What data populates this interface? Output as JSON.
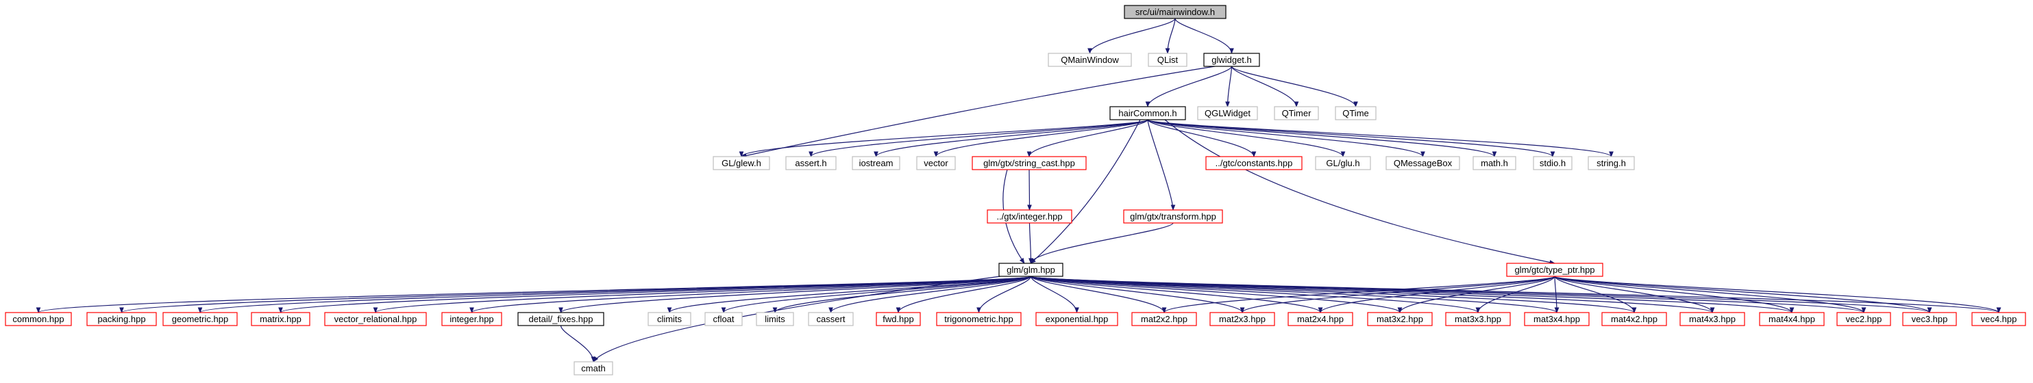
{
  "colors": {
    "edge": "#191970",
    "normal_border": "#000000",
    "missing_border": "#bfbfbf",
    "undocumented_border": "#ff0000",
    "root_fill": "#bfbfbf"
  },
  "nodes": [
    {
      "id": "root",
      "label": "src/ui/mainwindow.h",
      "style": "root"
    },
    {
      "id": "qmainwindow",
      "label": "QMainWindow",
      "style": "missing"
    },
    {
      "id": "qlist",
      "label": "QList",
      "style": "missing"
    },
    {
      "id": "glwidget",
      "label": "glwidget.h",
      "style": "normal"
    },
    {
      "id": "haircommon",
      "label": "hairCommon.h",
      "style": "normal"
    },
    {
      "id": "qglwidget",
      "label": "QGLWidget",
      "style": "missing"
    },
    {
      "id": "qtimer",
      "label": "QTimer",
      "style": "missing"
    },
    {
      "id": "qtime",
      "label": "QTime",
      "style": "missing"
    },
    {
      "id": "glew",
      "label": "GL/glew.h",
      "style": "missing"
    },
    {
      "id": "assert",
      "label": "assert.h",
      "style": "missing"
    },
    {
      "id": "iostream",
      "label": "iostream",
      "style": "missing"
    },
    {
      "id": "vector",
      "label": "vector",
      "style": "missing"
    },
    {
      "id": "stringcast",
      "label": "glm/gtx/string_cast.hpp",
      "style": "undocumented"
    },
    {
      "id": "gtcconst",
      "label": "../gtc/constants.hpp",
      "style": "undocumented"
    },
    {
      "id": "glu",
      "label": "GL/glu.h",
      "style": "missing"
    },
    {
      "id": "qmessagebox",
      "label": "QMessageBox",
      "style": "missing"
    },
    {
      "id": "math",
      "label": "math.h",
      "style": "missing"
    },
    {
      "id": "stdio",
      "label": "stdio.h",
      "style": "missing"
    },
    {
      "id": "string",
      "label": "string.h",
      "style": "missing"
    },
    {
      "id": "gtxint",
      "label": "../gtx/integer.hpp",
      "style": "undocumented"
    },
    {
      "id": "gtxtransform",
      "label": "glm/gtx/transform.hpp",
      "style": "undocumented"
    },
    {
      "id": "glm",
      "label": "glm/glm.hpp",
      "style": "normal"
    },
    {
      "id": "typeptr",
      "label": "glm/gtc/type_ptr.hpp",
      "style": "undocumented"
    },
    {
      "id": "common",
      "label": "common.hpp",
      "style": "undocumented"
    },
    {
      "id": "packing",
      "label": "packing.hpp",
      "style": "undocumented"
    },
    {
      "id": "geometric",
      "label": "geometric.hpp",
      "style": "undocumented"
    },
    {
      "id": "matrix",
      "label": "matrix.hpp",
      "style": "undocumented"
    },
    {
      "id": "vecrel",
      "label": "vector_relational.hpp",
      "style": "undocumented"
    },
    {
      "id": "integer",
      "label": "integer.hpp",
      "style": "undocumented"
    },
    {
      "id": "fixes",
      "label": "detail/_fixes.hpp",
      "style": "normal"
    },
    {
      "id": "climits",
      "label": "climits",
      "style": "missing"
    },
    {
      "id": "cfloat",
      "label": "cfloat",
      "style": "missing"
    },
    {
      "id": "limits",
      "label": "limits",
      "style": "missing"
    },
    {
      "id": "cassert",
      "label": "cassert",
      "style": "missing"
    },
    {
      "id": "fwd",
      "label": "fwd.hpp",
      "style": "undocumented"
    },
    {
      "id": "trig",
      "label": "trigonometric.hpp",
      "style": "undocumented"
    },
    {
      "id": "expo",
      "label": "exponential.hpp",
      "style": "undocumented"
    },
    {
      "id": "mat2x2",
      "label": "mat2x2.hpp",
      "style": "undocumented"
    },
    {
      "id": "mat2x3",
      "label": "mat2x3.hpp",
      "style": "undocumented"
    },
    {
      "id": "mat2x4",
      "label": "mat2x4.hpp",
      "style": "undocumented"
    },
    {
      "id": "mat3x2",
      "label": "mat3x2.hpp",
      "style": "undocumented"
    },
    {
      "id": "mat3x3",
      "label": "mat3x3.hpp",
      "style": "undocumented"
    },
    {
      "id": "mat3x4",
      "label": "mat3x4.hpp",
      "style": "undocumented"
    },
    {
      "id": "mat4x2",
      "label": "mat4x2.hpp",
      "style": "undocumented"
    },
    {
      "id": "mat4x3",
      "label": "mat4x3.hpp",
      "style": "undocumented"
    },
    {
      "id": "mat4x4",
      "label": "mat4x4.hpp",
      "style": "undocumented"
    },
    {
      "id": "vec2",
      "label": "vec2.hpp",
      "style": "undocumented"
    },
    {
      "id": "vec3",
      "label": "vec3.hpp",
      "style": "undocumented"
    },
    {
      "id": "vec4",
      "label": "vec4.hpp",
      "style": "undocumented"
    },
    {
      "id": "cmath",
      "label": "cmath",
      "style": "missing"
    }
  ],
  "edges": [
    [
      "root",
      "qmainwindow"
    ],
    [
      "root",
      "qlist"
    ],
    [
      "root",
      "glwidget"
    ],
    [
      "glwidget",
      "haircommon"
    ],
    [
      "glwidget",
      "qglwidget"
    ],
    [
      "glwidget",
      "qtimer"
    ],
    [
      "glwidget",
      "qtime"
    ],
    [
      "glwidget",
      "glew"
    ],
    [
      "haircommon",
      "glew"
    ],
    [
      "haircommon",
      "assert"
    ],
    [
      "haircommon",
      "iostream"
    ],
    [
      "haircommon",
      "vector"
    ],
    [
      "haircommon",
      "stringcast"
    ],
    [
      "haircommon",
      "gtcconst"
    ],
    [
      "haircommon",
      "glu"
    ],
    [
      "haircommon",
      "qmessagebox"
    ],
    [
      "haircommon",
      "math"
    ],
    [
      "haircommon",
      "stdio"
    ],
    [
      "haircommon",
      "string"
    ],
    [
      "haircommon",
      "gtxtransform"
    ],
    [
      "haircommon",
      "glm"
    ],
    [
      "haircommon",
      "typeptr"
    ],
    [
      "stringcast",
      "gtxint"
    ],
    [
      "stringcast",
      "glm"
    ],
    [
      "gtxint",
      "glm"
    ],
    [
      "gtxtransform",
      "glm"
    ],
    [
      "glm",
      "common"
    ],
    [
      "glm",
      "packing"
    ],
    [
      "glm",
      "geometric"
    ],
    [
      "glm",
      "matrix"
    ],
    [
      "glm",
      "vecrel"
    ],
    [
      "glm",
      "integer"
    ],
    [
      "glm",
      "fixes"
    ],
    [
      "glm",
      "climits"
    ],
    [
      "glm",
      "cfloat"
    ],
    [
      "glm",
      "limits"
    ],
    [
      "glm",
      "cassert"
    ],
    [
      "glm",
      "fwd"
    ],
    [
      "glm",
      "trig"
    ],
    [
      "glm",
      "expo"
    ],
    [
      "glm",
      "mat2x2"
    ],
    [
      "glm",
      "mat2x3"
    ],
    [
      "glm",
      "mat2x4"
    ],
    [
      "glm",
      "mat3x2"
    ],
    [
      "glm",
      "mat3x3"
    ],
    [
      "glm",
      "mat3x4"
    ],
    [
      "glm",
      "mat4x2"
    ],
    [
      "glm",
      "mat4x3"
    ],
    [
      "glm",
      "mat4x4"
    ],
    [
      "glm",
      "vec2"
    ],
    [
      "glm",
      "vec3"
    ],
    [
      "glm",
      "vec4"
    ],
    [
      "glm",
      "cmath"
    ],
    [
      "typeptr",
      "mat2x2"
    ],
    [
      "typeptr",
      "mat2x3"
    ],
    [
      "typeptr",
      "mat2x4"
    ],
    [
      "typeptr",
      "mat3x2"
    ],
    [
      "typeptr",
      "mat3x3"
    ],
    [
      "typeptr",
      "mat3x4"
    ],
    [
      "typeptr",
      "mat4x2"
    ],
    [
      "typeptr",
      "mat4x3"
    ],
    [
      "typeptr",
      "mat4x4"
    ],
    [
      "typeptr",
      "vec2"
    ],
    [
      "typeptr",
      "vec3"
    ],
    [
      "typeptr",
      "vec4"
    ],
    [
      "fixes",
      "cmath"
    ]
  ]
}
